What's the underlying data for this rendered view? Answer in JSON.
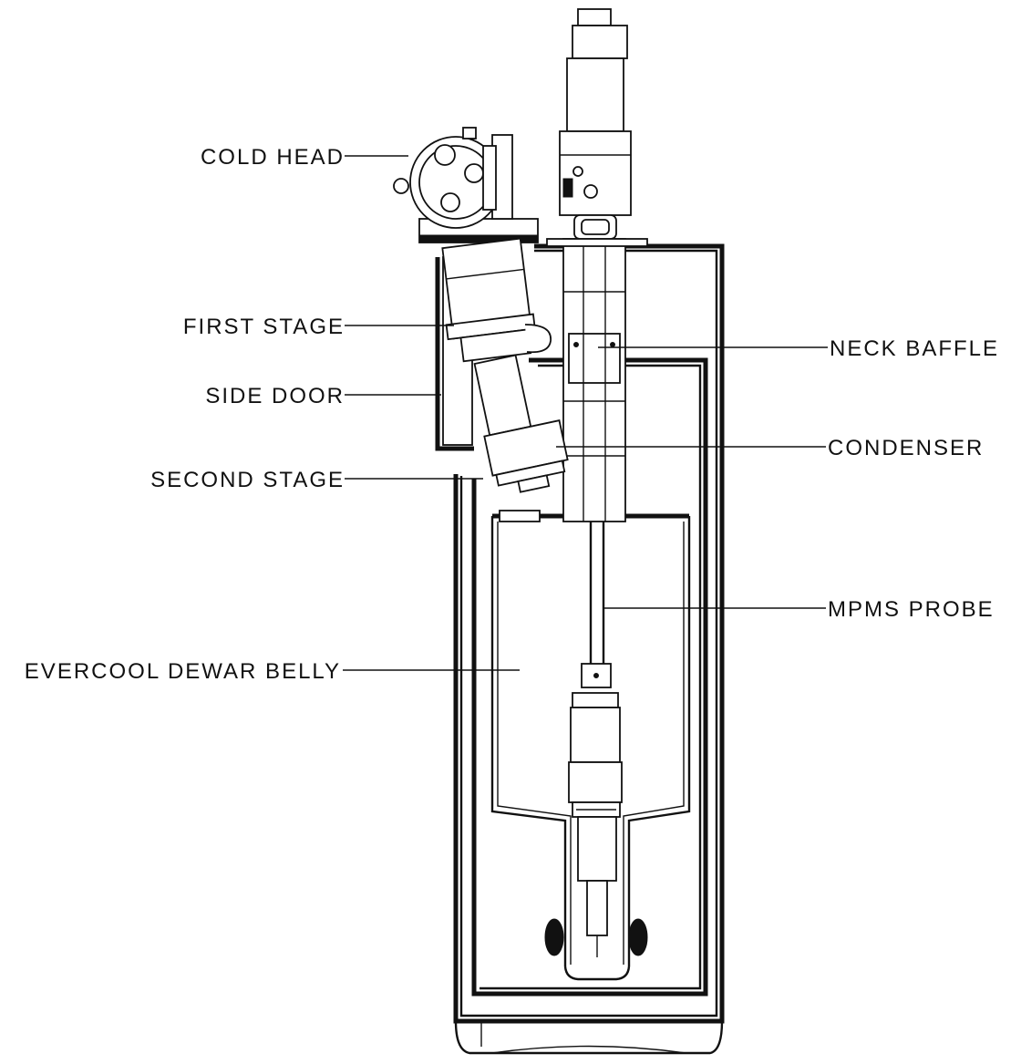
{
  "labels": {
    "cold_head": "COLD HEAD",
    "first_stage": "FIRST STAGE",
    "side_door": "SIDE DOOR",
    "second_stage": "SECOND STAGE",
    "evercool_dewar_belly": "EVERCOOL DEWAR BELLY",
    "neck_baffle": "NECK BAFFLE",
    "condenser": "CONDENSER",
    "mpms_probe": "MPMS PROBE"
  },
  "colors": {
    "ink": "#111111",
    "paper": "#ffffff"
  }
}
